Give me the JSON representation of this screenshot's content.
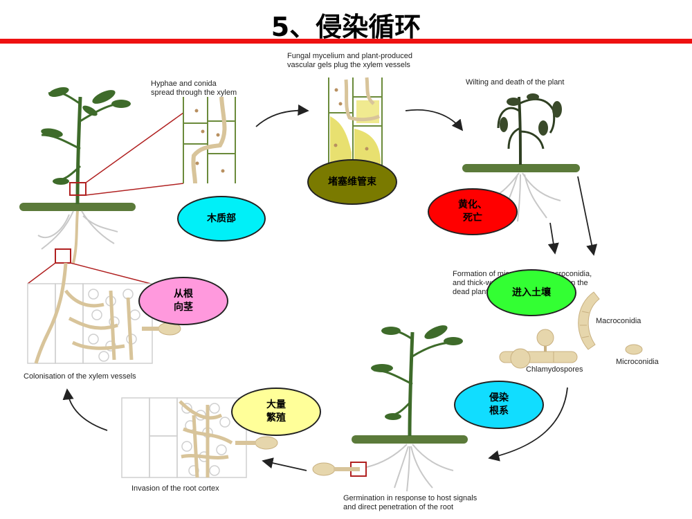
{
  "title": "5、侵染循环",
  "captions": {
    "xylem_spread": "Hyphae and conida\nspread through the xylem",
    "plug": "Fungal mycelium and plant-produced\nvascular gels plug the xylem vessels",
    "wilting": "Wilting and death of the plant",
    "formation": "Formation of microconidia, macroconidia,\nand thick-walled chlamydospores on the\ndead plant",
    "colonisation": "Colonisation of the xylem vessels",
    "invasion": "Invasion of the root cortex",
    "germination": "Germination in response to host signals\nand direct penetration of the root",
    "macroconidia": "Macroconidia",
    "microconidia": "Microconidia",
    "chlamydospores": "Chlamydospores"
  },
  "bubbles": {
    "xylem": "木质部",
    "plug": "堵塞维管束",
    "yellow_death": "黄化、\n死亡",
    "root_to_stem": "从根\n向茎",
    "enter_soil": "进入土壤",
    "proliferate": "大量\n繁殖",
    "infect_root": "侵染\n根系"
  },
  "colors": {
    "title_rule": "#ee1111",
    "plant_green": "#3e6b2a",
    "soil_bar": "#5b7a3a",
    "hyphae": "#d8c49a",
    "xylem_bubble": "#00f0f8",
    "plug_bubble": "#7a7a00",
    "death_bubble": "#ff0000",
    "root_stem_bubble": "#ff99dd",
    "soil_bubble": "#33ff33",
    "proliferate_bubble": "#ffff99",
    "infect_bubble": "#11ddff"
  }
}
